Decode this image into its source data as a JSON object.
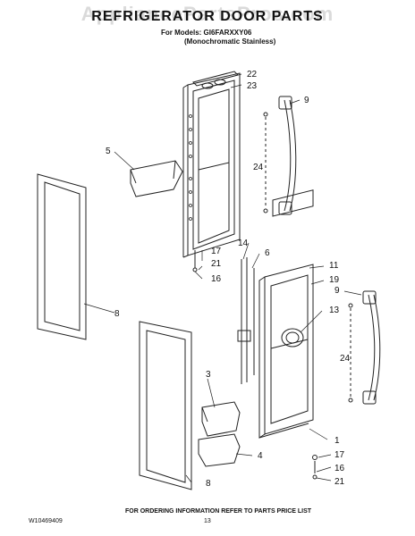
{
  "header": {
    "watermark": "AppliancePartsPros.com",
    "title": "REFRIGERATOR DOOR PARTS",
    "models_label": "For Models: GI6FARXXY06",
    "models_sub": "(Monochromatic Stainless)"
  },
  "callouts": [
    "22",
    "23",
    "9",
    "5",
    "24",
    "17",
    "21",
    "16",
    "14",
    "6",
    "11",
    "19",
    "9",
    "13",
    "8",
    "24",
    "3",
    "1",
    "8",
    "4",
    "17",
    "16",
    "21"
  ],
  "footer": {
    "ordering_info": "FOR ORDERING INFORMATION REFER TO PARTS PRICE LIST",
    "doc_id": "W10469409",
    "page_number": "13"
  },
  "colors": {
    "line": "#222222",
    "text": "#111111"
  }
}
